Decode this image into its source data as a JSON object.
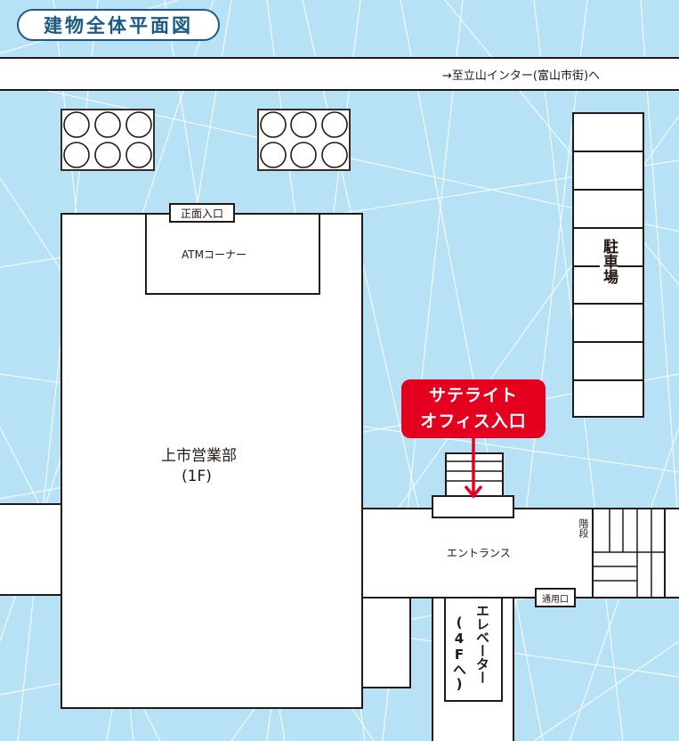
{
  "title": "建物全体平面図",
  "road": {
    "label": "→至立山インター(富山市街)へ"
  },
  "building": {
    "name": "上市営業部",
    "floor": "(1F)",
    "main_entrance": "正面入口",
    "atm_corner": "ATMコーナー"
  },
  "parking": {
    "label": "駐車場",
    "space_count": 8
  },
  "satellite_office": {
    "callout": "サテライト\nオフィス入口"
  },
  "entrance_hall": {
    "label": "エントランス"
  },
  "stairs": {
    "label": "階段"
  },
  "side_door": {
    "label": "通用口"
  },
  "elevator": {
    "label": "エレベーター",
    "sub": "(4Fへ)"
  },
  "colors": {
    "background": "#b7e1f5",
    "background_lines": "#ffffff",
    "title_blue": "#1b5a84",
    "callout_red": "#e6001f",
    "outline": "#231815"
  },
  "icons": [
    "tree-icon",
    "arrow-down-icon"
  ]
}
